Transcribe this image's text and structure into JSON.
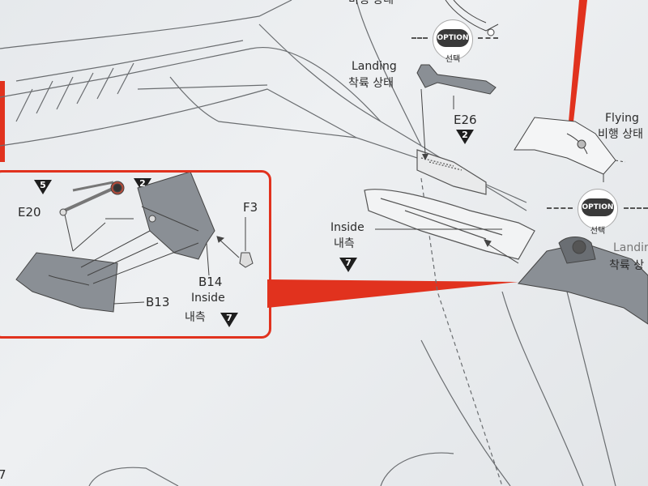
{
  "labels": {
    "landing_en": "Landing",
    "landing_ko": "착륙 상태",
    "top_ko": "비행 상태",
    "flying_en": "Flying",
    "flying_ko": "비행 상태",
    "landing_right_en": "Landir",
    "landing_right_ko": "착륙 상",
    "inside_en": "Inside",
    "inside_ko": "내측",
    "inset_inside_en": "Inside",
    "inset_inside_ko": "내측"
  },
  "options": [
    {
      "label": "OPTION",
      "sub": "선택"
    },
    {
      "label": "OPTION",
      "sub": "선택"
    }
  ],
  "parts": {
    "e26": "E26",
    "e20": "E20",
    "f3": "F3",
    "b14": "B14",
    "b13": "B13"
  },
  "badges": {
    "e26_num": "2",
    "inside_num": "7",
    "inset_5": "5",
    "inset_2": "2",
    "inset_inside_num": "7",
    "bottom_edge": "7"
  },
  "colors": {
    "accent_red": "#e1321e",
    "part_gray": "#8a8f95",
    "line_gray": "#555555"
  }
}
